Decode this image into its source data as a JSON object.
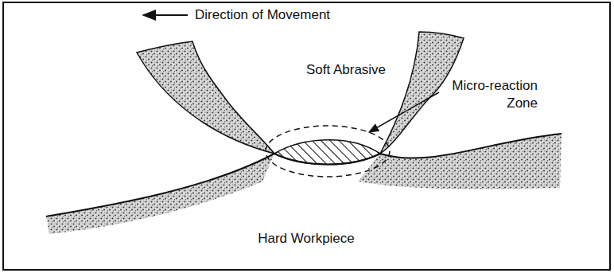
{
  "diagram": {
    "labels": [
      "Direction of Movement",
      "Soft Abrasive",
      "Micro-reaction Zone",
      "Hard Workpiece"
    ]
  }
}
